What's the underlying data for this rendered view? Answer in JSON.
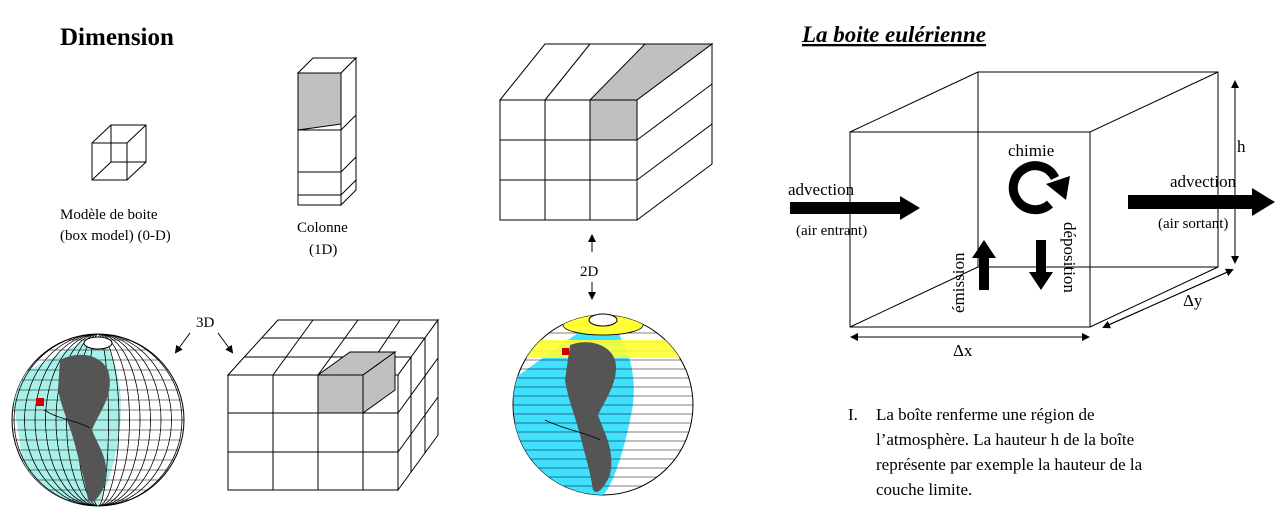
{
  "left": {
    "title": "Dimension",
    "box_model_label_1": "Modèle de boite",
    "box_model_label_2": "(box model) (0-D)",
    "column_label_1": "Colonne",
    "column_label_2": "(1D)",
    "label_2d": "2D",
    "label_3d": "3D"
  },
  "right": {
    "title": "La boite eulérienne",
    "chemistry": "chimie",
    "advection_in": "advection",
    "air_in": "(air entrant)",
    "advection_out": "advection",
    "air_out": "(air sortant)",
    "emission": "émission",
    "deposition": "déposition",
    "h_label": "h",
    "dx_label": "Δx",
    "dy_label": "Δy",
    "note_bullet": "I.",
    "note_lines": [
      "La boîte renferme une région de",
      "l’atmosphère. La hauteur h de la boîte",
      "représente par exemple la hauteur de la",
      "couche limite."
    ]
  },
  "colors": {
    "shaded_cell": "#c0c0c0",
    "ocean": "#40e0ff",
    "land": "#555555",
    "band": "#ffff33",
    "marker": "#cc0000"
  }
}
